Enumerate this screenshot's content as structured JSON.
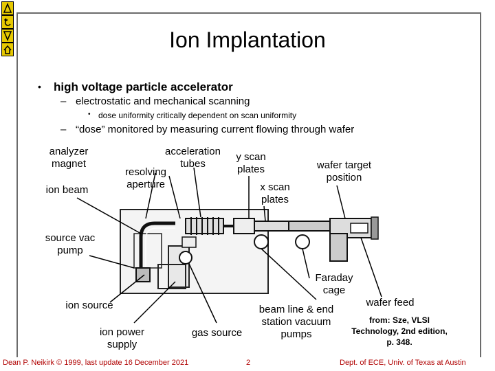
{
  "title": "Ion Implantation",
  "bullets": {
    "level1": "high voltage particle accelerator",
    "level2a": "electrostatic and mechanical scanning",
    "level3": "dose uniformity critically dependent on scan uniformity",
    "level2b": "“dose” monitored by measuring current flowing through wafer"
  },
  "labels": {
    "analyzer_magnet": "analyzer magnet",
    "ion_beam": "ion beam",
    "acceleration_tubes": "acceleration tubes",
    "resolving_aperture": "resolving aperture",
    "y_scan_plates": "y scan plates",
    "x_scan_plates": "x scan plates",
    "wafer_target_position": "wafer target position",
    "source_vac_pump": "source vac pump",
    "faraday_cage": "Faraday cage",
    "wafer_feed": "wafer feed",
    "ion_source": "ion source",
    "beam_line": "beam line & end station vacuum pumps",
    "ion_power_supply": "ion power supply",
    "gas_source": "gas source"
  },
  "citation": "from: Sze, VLSI Technology, 2nd edition, p. 348.",
  "footer": {
    "left": "Dean P. Neikirk © 1999, last update 16 December 2021",
    "page": "2",
    "right": "Dept. of ECE, Univ. of Texas at Austin"
  },
  "icons": [
    "previous-slide-icon",
    "return-icon",
    "next-slide-icon",
    "home-icon"
  ],
  "colors": {
    "nav_button": "#e6c800",
    "footer_text": "#b00000"
  }
}
